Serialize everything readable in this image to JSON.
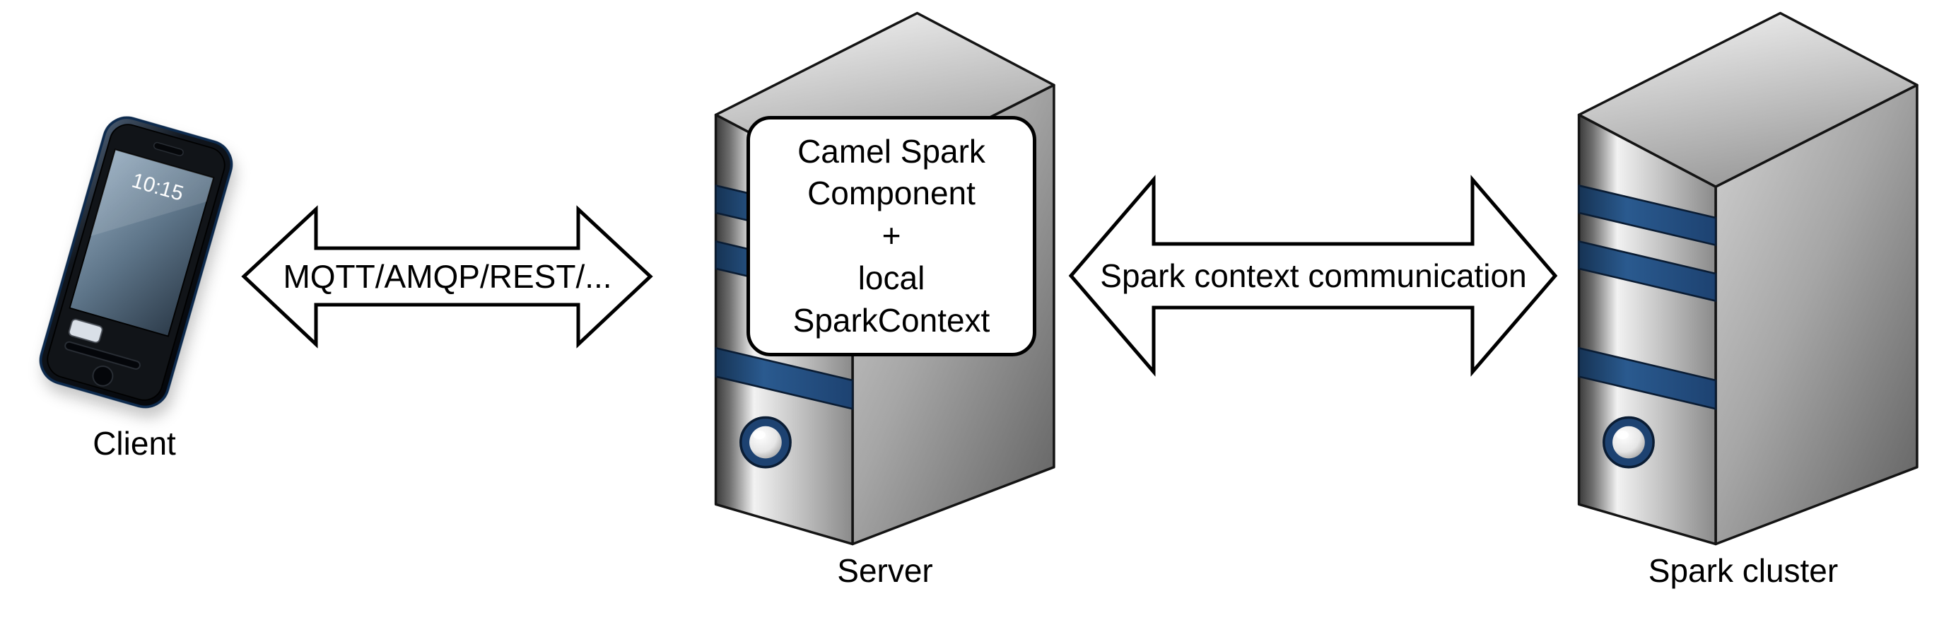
{
  "client": {
    "label": "Client",
    "phone_time": "10:15"
  },
  "links": [
    {
      "label": "MQTT/AMQP/REST/..."
    },
    {
      "label": "Spark context communication"
    }
  ],
  "server": {
    "label": "Server",
    "box_lines": [
      "Camel Spark",
      "Component",
      "+",
      "local",
      "SparkContext"
    ]
  },
  "spark_cluster": {
    "label": "Spark cluster"
  },
  "colors": {
    "background": "#ffffff",
    "outline": "#000000",
    "stripe_blue": "#1d4271",
    "arrow_fill": "#ffffff",
    "box_fill": "#ffffff",
    "server_gray_light": "#f0f0f0",
    "server_gray_dark": "#5f5f5f"
  }
}
